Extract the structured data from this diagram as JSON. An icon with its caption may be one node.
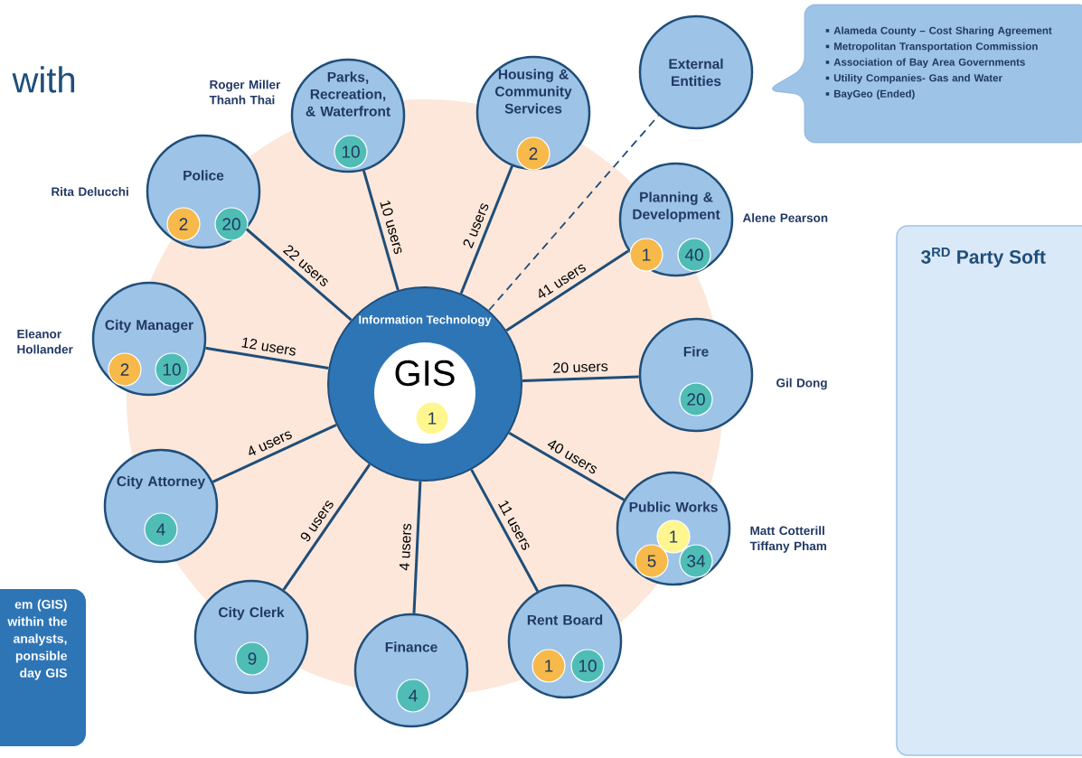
{
  "diagram": {
    "nodes": [
      {
        "text": [
          "Information Technology",
          "GIS"
        ]
      },
      {
        "text": [
          "1"
        ],
        "in": 0
      },
      {
        "text": [
          "Parks, Recreation, & Waterfront"
        ],
        "beside": [
          "Roger Miller Thanh Thai"
        ]
      },
      {
        "text": [
          "10"
        ],
        "in": 2
      },
      {
        "text": [
          "Housing & Community Services"
        ]
      },
      {
        "text": [
          "2"
        ],
        "in": 4
      },
      {
        "text": [
          "External Entities"
        ]
      },
      {
        "text": [
          "Alameda County – Cost Sharing Agreement",
          "Metropolitan Transportation Commission",
          "Association of Bay Area Governments",
          "Utility Companies- Gas and Water",
          "BayGeo (Ended)"
        ]
      },
      {
        "text": [
          "Planning & Development"
        ],
        "beside": [
          "Alene Pearson"
        ]
      },
      {
        "text": [
          "1"
        ],
        "in": 8
      },
      {
        "text": [
          "40"
        ],
        "in": 8
      },
      {
        "text": [
          "Fire"
        ],
        "beside": [
          "Gil Dong"
        ]
      },
      {
        "text": [
          "20"
        ],
        "in": 11
      },
      {
        "text": [
          "Public Works"
        ],
        "beside": [
          "Matt Cotterill Tiffany Pham"
        ]
      },
      {
        "text": [
          "1"
        ],
        "in": 13
      },
      {
        "text": [
          "5"
        ],
        "in": 13
      },
      {
        "text": [
          "34"
        ],
        "in": 13
      },
      {
        "text": [
          "Rent Board"
        ]
      },
      {
        "text": [
          "1"
        ],
        "in": 17
      },
      {
        "text": [
          "10"
        ],
        "in": 17
      },
      {
        "text": [
          "Finance"
        ]
      },
      {
        "text": [
          "4"
        ],
        "in": 20
      },
      {
        "text": [
          "City Clerk"
        ]
      },
      {
        "text": [
          "9"
        ],
        "in": 22
      },
      {
        "text": [
          "City Attorney"
        ]
      },
      {
        "text": [
          "4"
        ],
        "in": 24
      },
      {
        "text": [
          "City Manager"
        ],
        "beside": [
          "Eleanor Hollander"
        ]
      },
      {
        "text": [
          "2"
        ],
        "in": 26
      },
      {
        "text": [
          "10"
        ],
        "in": 26
      },
      {
        "text": [
          "Police"
        ],
        "beside": [
          "Rita Delucchi"
        ]
      },
      {
        "text": [
          "2"
        ],
        "in": 29
      },
      {
        "text": [
          "20"
        ],
        "in": 29
      },
      {
        "text": [
          "em (GIS) within the analysts, ponsible day GIS"
        ]
      },
      {
        "text": [
          "3$^{RD}$ Party Soft"
        ]
      }
    ],
    "edges": [
      {
        "from": 0,
        "to": 29,
        "arrow": "none",
        "label": "22 users"
      },
      {
        "from": 0,
        "to": 2,
        "arrow": "none",
        "label": "10 users"
      },
      {
        "from": 0,
        "to": 4,
        "arrow": "none",
        "label": "2 users"
      },
      {
        "from": 0,
        "to": 6,
        "arrow": "none",
        "style": "dashed"
      },
      {
        "from": 0,
        "to": 8,
        "arrow": "none",
        "label": "41 users"
      },
      {
        "from": 0,
        "to": 11,
        "arrow": "none",
        "label": "20 users"
      },
      {
        "from": 0,
        "to": 13,
        "arrow": "none",
        "label": "40 users"
      },
      {
        "from": 0,
        "to": 17,
        "arrow": "none",
        "label": "11 users"
      },
      {
        "from": 0,
        "to": 20,
        "arrow": "none",
        "label": "4 users"
      },
      {
        "from": 0,
        "to": 22,
        "arrow": "none",
        "label": "9 users"
      },
      {
        "from": 0,
        "to": 24,
        "arrow": "none",
        "label": "4 users"
      },
      {
        "from": 0,
        "to": 26,
        "arrow": "none",
        "label": "12 users"
      }
    ],
    "labels": [
      "with"
    ]
  }
}
